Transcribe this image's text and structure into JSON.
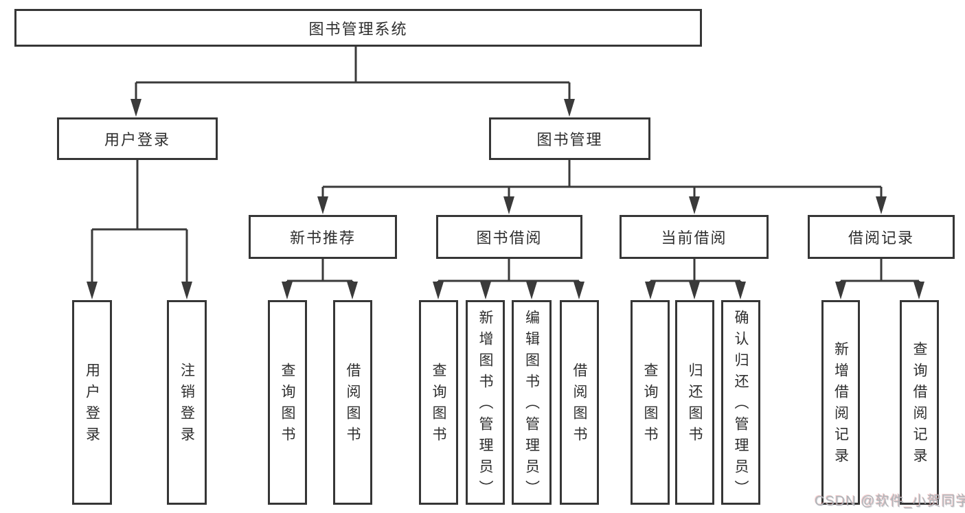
{
  "colors": {
    "line": "#3a3a3a",
    "box_border": "#363636",
    "text": "#2e2e2e",
    "watermark": "#b1b5b9",
    "background": "#ffffff"
  },
  "diagram": {
    "root": {
      "label": "图书管理系统"
    },
    "level2": [
      {
        "id": "user-login",
        "label": "用户登录"
      },
      {
        "id": "book-management",
        "label": "图书管理"
      }
    ],
    "level3": [
      {
        "id": "new-book-recommend",
        "label": "新书推荐",
        "parent": "图书管理"
      },
      {
        "id": "book-borrow",
        "label": "图书借阅",
        "parent": "图书管理"
      },
      {
        "id": "current-borrow",
        "label": "当前借阅",
        "parent": "图书管理"
      },
      {
        "id": "borrow-record",
        "label": "借阅记录",
        "parent": "图书管理"
      }
    ],
    "leaves": [
      {
        "group": "用户登录",
        "label": "用户登录"
      },
      {
        "group": "用户登录",
        "label": "注销登录"
      },
      {
        "group": "新书推荐",
        "label": "查询图书"
      },
      {
        "group": "新书推荐",
        "label": "借阅图书"
      },
      {
        "group": "图书借阅",
        "label": "查询图书"
      },
      {
        "group": "图书借阅",
        "label": "新增图书（管理员）"
      },
      {
        "group": "图书借阅",
        "label": "编辑图书（管理员）"
      },
      {
        "group": "图书借阅",
        "label": "借阅图书"
      },
      {
        "group": "当前借阅",
        "label": "查询图书"
      },
      {
        "group": "当前借阅",
        "label": "归还图书"
      },
      {
        "group": "当前借阅",
        "label": "确认归还（管理员）"
      },
      {
        "group": "借阅记录",
        "label": "新增借阅记录"
      },
      {
        "group": "借阅记录",
        "label": "查询借阅记录"
      }
    ]
  },
  "watermark": {
    "text": "CSDN @软件_小贺同学"
  }
}
